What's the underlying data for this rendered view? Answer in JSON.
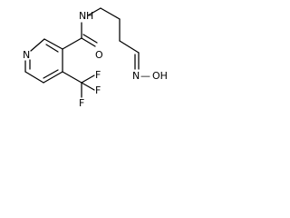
{
  "molecule": {
    "atoms": {
      "n_pyridine": "N",
      "n_amide": "N",
      "h_amide": "H",
      "o_carbonyl": "O",
      "f1": "F",
      "f2": "F",
      "f3": "F",
      "n_oxime": "N",
      "oh_oxime": "OH",
      "oxime_bond_dash": "—"
    }
  }
}
